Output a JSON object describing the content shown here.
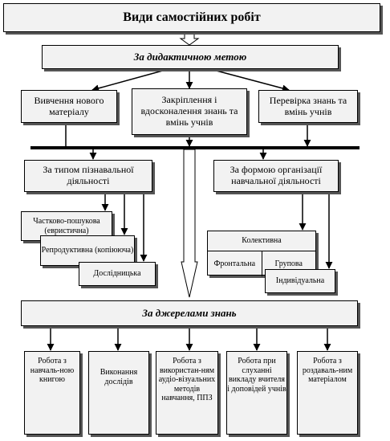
{
  "title": "Види самостійних робіт",
  "didactic": {
    "header": "За дидактичною метою",
    "items": [
      "Вивчення нового матеріалу",
      "Закріплення і вдосконалення знань та вмінь учнів",
      "Перевірка знань та вмінь учнів"
    ]
  },
  "cognitive": {
    "header": "За типом пізнавальної діяльності",
    "items": [
      "Частково-пошукова (евристична)",
      "Репродуктивна (копіююча)",
      "Дослідницька"
    ]
  },
  "organization": {
    "header": "За формою організації навчальної діяльності",
    "collective": "Колективна",
    "frontal": "Фронтальна",
    "group": "Групова",
    "individual": "Індивідуальна"
  },
  "sources": {
    "header": "За джерелами знань",
    "items": [
      "Робота з навчаль-ною книгою",
      "Виконання дослідів",
      "Робота з використан-ням аудіо-візуальних методів навчання, ППЗ",
      "Робота при слуханні викладу вчителя і доповідей учнів",
      "Робота з роздаваль-ним матеріалом"
    ]
  }
}
